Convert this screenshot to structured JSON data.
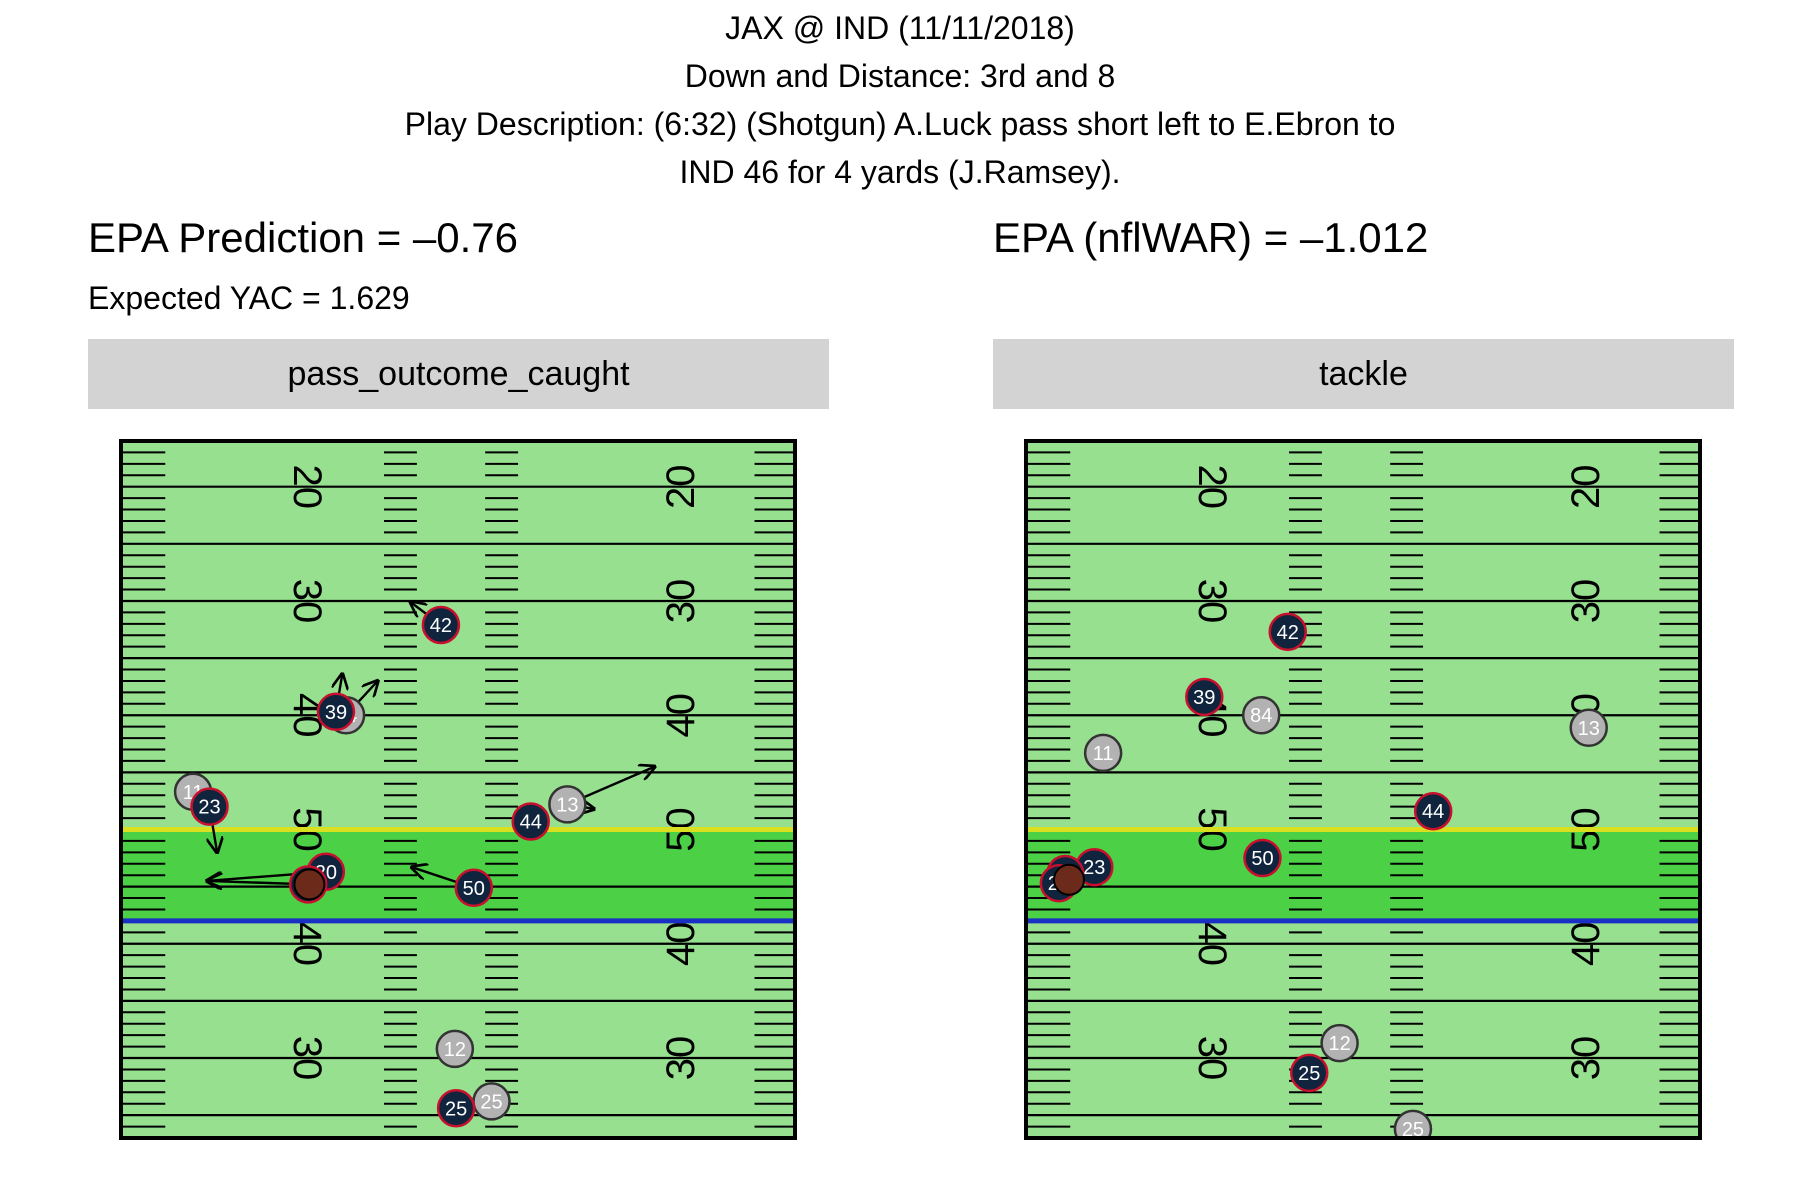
{
  "title": {
    "line1": "JAX @ IND (11/11/2018)",
    "line2": "Down and Distance: 3rd and 8",
    "line3": "Play Description: (6:32) (Shotgun) A.Luck pass short left to E.Ebron to",
    "line4": "IND 46 for 4 yards (J.Ramsey)."
  },
  "left_panel": {
    "epa_label": "EPA Prediction = –0.76",
    "yac_label": "Expected YAC = 1.629",
    "facet": "pass_outcome_caught"
  },
  "right_panel": {
    "epa_label": "EPA (nflWAR) = –1.012",
    "facet": "tackle"
  },
  "colors": {
    "field_light": "#97e08f",
    "field_dark": "#4cd046",
    "line_of_scrimmage": "#d8e020",
    "first_down": "#1a2fc4",
    "offense_fill": "#b2b2b2",
    "defense_fill": "#10253d",
    "defense_edge": "#c8102e",
    "ball_fill": "#6b2a1a",
    "facet_strip": "#d3d3d3"
  },
  "chart_data": [
    {
      "type": "scatter",
      "facet": "pass_outcome_caught",
      "x_label": "field width (yards from sideline)",
      "y_label": "yard line (distance from own goal, 50 = midfield)",
      "line_of_scrimmage": 50,
      "first_down_line": 42,
      "yard_markers": [
        {
          "y": 80,
          "text": "20"
        },
        {
          "y": 70,
          "text": "30"
        },
        {
          "y": 60,
          "text": "40"
        },
        {
          "y": 50,
          "text": "50"
        },
        {
          "y": 40,
          "text": "40"
        },
        {
          "y": 30,
          "text": "30"
        }
      ],
      "offense": [
        {
          "jersey": "11",
          "x": 5.7,
          "y": 53.3
        },
        {
          "jersey": "84",
          "x": 17.8,
          "y": 60.0
        },
        {
          "jersey": "13",
          "x": 35.3,
          "y": 52.2
        },
        {
          "jersey": "12",
          "x": 26.4,
          "y": 30.8
        },
        {
          "jersey": "25",
          "x": 29.3,
          "y": 26.2
        }
      ],
      "defense": [
        {
          "jersey": "42",
          "x": 25.3,
          "y": 67.9
        },
        {
          "jersey": "39",
          "x": 17.0,
          "y": 60.3
        },
        {
          "jersey": "23",
          "x": 7.0,
          "y": 52.0
        },
        {
          "jersey": "44",
          "x": 32.4,
          "y": 50.7
        },
        {
          "jersey": "20",
          "x": 16.2,
          "y": 46.3
        },
        {
          "jersey": "5",
          "x": 14.8,
          "y": 45.2
        },
        {
          "jersey": "50",
          "x": 27.9,
          "y": 44.9
        },
        {
          "jersey": "25",
          "x": 26.5,
          "y": 25.6
        }
      ],
      "ball": {
        "x": 14.9,
        "y": 45.2
      },
      "motion": [
        {
          "from": [
            25.3,
            67.9
          ],
          "to": [
            22.9,
            69.9
          ]
        },
        {
          "from": [
            17.0,
            60.3
          ],
          "to": [
            17.5,
            63.6
          ]
        },
        {
          "from": [
            17.8,
            60.0
          ],
          "to": [
            20.3,
            63.0
          ]
        },
        {
          "from": [
            7.0,
            52.0
          ],
          "to": [
            7.6,
            48.0
          ]
        },
        {
          "from": [
            35.3,
            52.2
          ],
          "to": [
            42.2,
            55.5
          ]
        },
        {
          "from": [
            35.3,
            52.2
          ],
          "to": [
            37.4,
            51.8
          ]
        },
        {
          "from": [
            16.2,
            46.3
          ],
          "to": [
            6.8,
            45.5
          ]
        },
        {
          "from": [
            14.8,
            45.2
          ],
          "to": [
            6.8,
            45.5
          ]
        },
        {
          "from": [
            27.9,
            44.9
          ],
          "to": [
            23.0,
            46.7
          ]
        }
      ]
    },
    {
      "type": "scatter",
      "facet": "tackle",
      "x_label": "field width (yards from sideline)",
      "y_label": "yard line (distance from own goal, 50 = midfield)",
      "line_of_scrimmage": 50,
      "first_down_line": 42,
      "yard_markers": [
        {
          "y": 80,
          "text": "20"
        },
        {
          "y": 70,
          "text": "30"
        },
        {
          "y": 60,
          "text": "40"
        },
        {
          "y": 50,
          "text": "50"
        },
        {
          "y": 40,
          "text": "40"
        },
        {
          "y": 30,
          "text": "30"
        }
      ],
      "offense": [
        {
          "jersey": "84",
          "x": 18.6,
          "y": 60.0
        },
        {
          "jersey": "13",
          "x": 44.5,
          "y": 58.9
        },
        {
          "jersey": "11",
          "x": 6.1,
          "y": 56.7
        },
        {
          "jersey": "12",
          "x": 24.8,
          "y": 31.3
        },
        {
          "jersey": "25",
          "x": 30.6,
          "y": 23.8
        }
      ],
      "defense": [
        {
          "jersey": "42",
          "x": 20.7,
          "y": 67.3
        },
        {
          "jersey": "39",
          "x": 14.1,
          "y": 61.6
        },
        {
          "jersey": "44",
          "x": 32.2,
          "y": 51.6
        },
        {
          "jersey": "50",
          "x": 18.7,
          "y": 47.5
        },
        {
          "jersey": "23",
          "x": 5.4,
          "y": 46.7
        },
        {
          "jersey": "85",
          "x": 3.1,
          "y": 46.1
        },
        {
          "jersey": "20",
          "x": 2.6,
          "y": 45.3
        },
        {
          "jersey": "25",
          "x": 22.4,
          "y": 28.7
        }
      ],
      "ball": {
        "x": 3.4,
        "y": 45.6
      },
      "motion": []
    }
  ]
}
